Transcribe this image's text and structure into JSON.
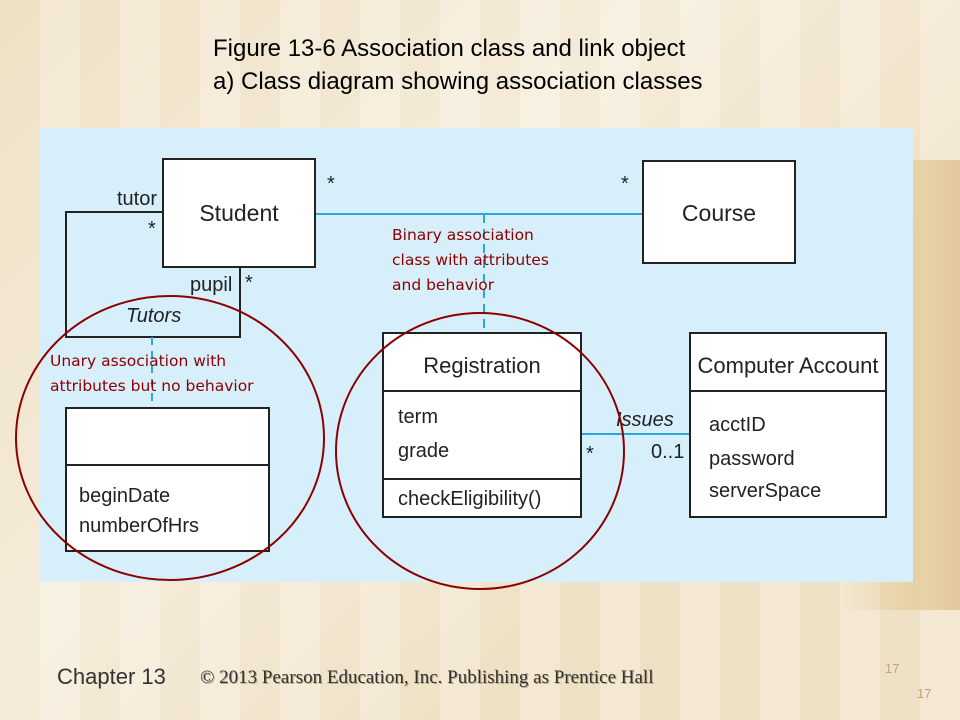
{
  "title": {
    "line1": "Figure 13-6 Association class and link object",
    "line2": "a) Class diagram showing association classes"
  },
  "diagram": {
    "classes": {
      "student": "Student",
      "course": "Course",
      "registration": {
        "name": "Registration",
        "attributes": [
          "term",
          "grade"
        ],
        "operations": [
          "checkEligibility()"
        ]
      },
      "computer_account": {
        "name": "Computer Account",
        "attributes": [
          "acctID",
          "password",
          "serverSpace"
        ]
      },
      "tutors_class": {
        "name": "",
        "attributes": [
          "beginDate",
          "numberOfHrs"
        ]
      }
    },
    "roles": {
      "tutor": "tutor",
      "pupil": "pupil",
      "tutors_assoc": "Tutors",
      "issues_assoc": "Issues"
    },
    "multiplicities": {
      "student_tutor": "*",
      "student_pupil": "*",
      "student_course": "*",
      "course_student": "*",
      "registration_issues": "*",
      "account_issues": "0..1"
    },
    "annotations": {
      "binary": [
        "Binary association",
        "class with attributes",
        "and behavior"
      ],
      "unary": [
        "Unary association with",
        "attributes but no behavior"
      ]
    }
  },
  "footer": {
    "chapter": "Chapter 13",
    "copyright": "© 2013 Pearson Education, Inc.  Publishing as Prentice Hall",
    "page_number": "17",
    "page_number_2": "17"
  },
  "colors": {
    "panel": "#d6effb",
    "connector": "#2aa8d8",
    "highlight_circle": "#8b0000"
  }
}
